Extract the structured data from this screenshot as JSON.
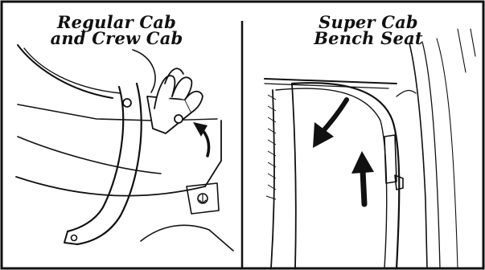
{
  "panels": [
    {
      "caption_lines": [
        "Regular Cab",
        "and Crew Cab"
      ]
    },
    {
      "caption_lines": [
        "Super Cab",
        "Bench Seat"
      ]
    }
  ],
  "colors": {
    "ink": "#111111",
    "paper": "#ffffff"
  },
  "icons": [
    "seat-release-lever-icon",
    "curved-up-arrow-icon",
    "fold-down-arrow-icon",
    "pull-up-arrow-icon",
    "seat-latch-icon"
  ]
}
